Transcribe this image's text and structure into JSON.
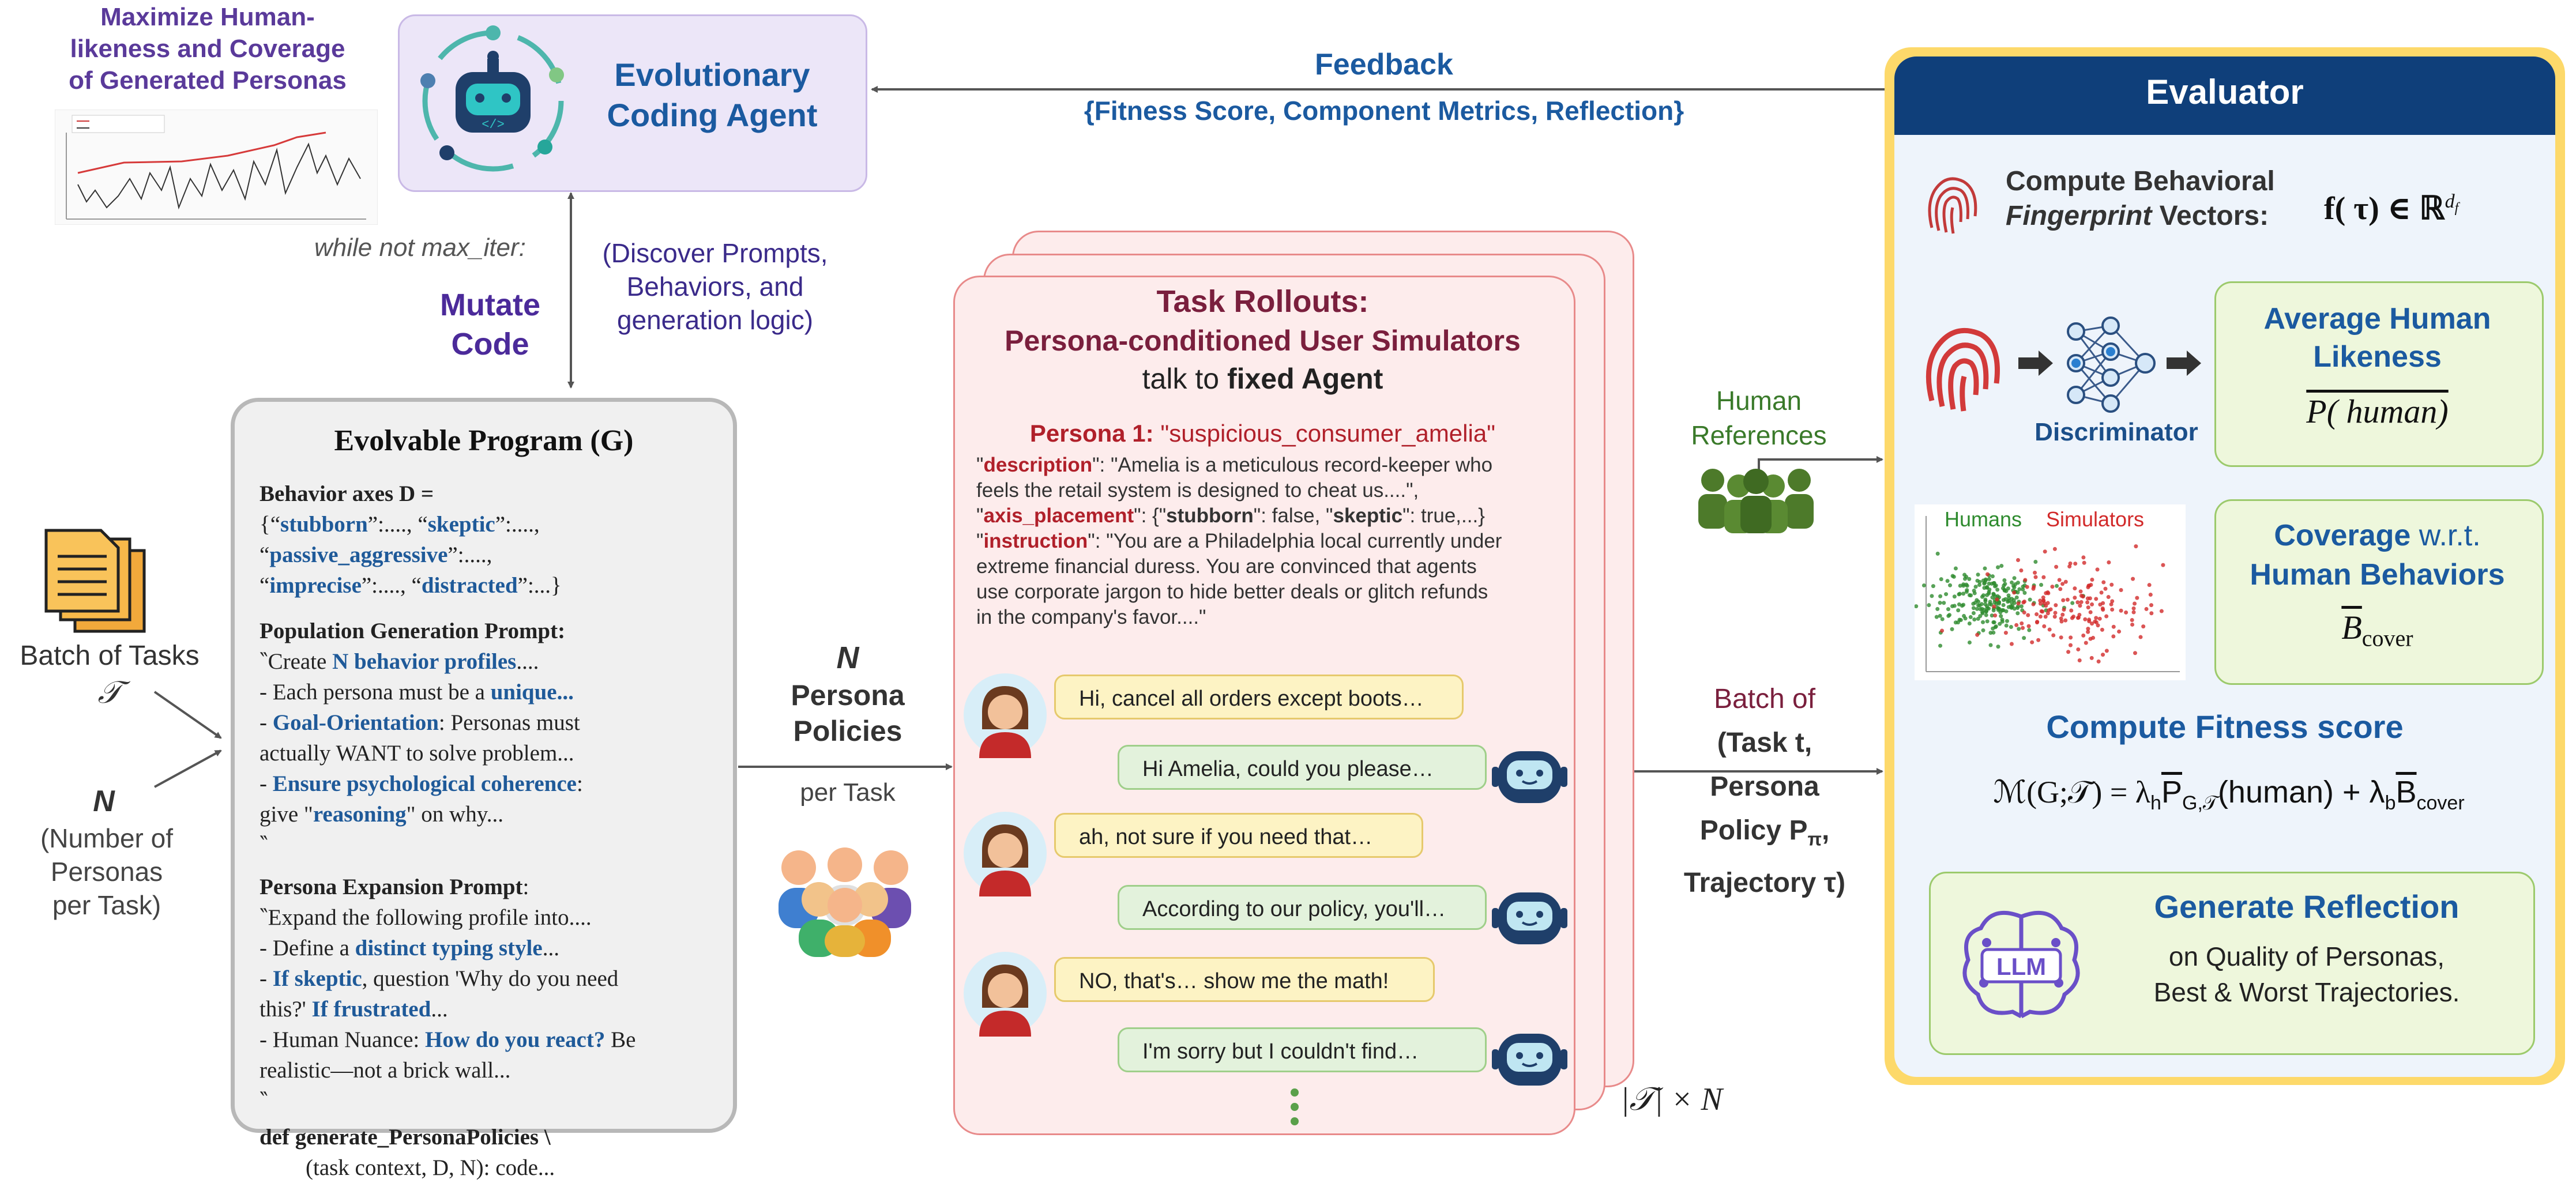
{
  "top_left": {
    "title_lines": [
      "Maximize Human-",
      "likeness and Coverage",
      "of Generated Personas"
    ]
  },
  "agent": {
    "title_lines": [
      "Evolutionary",
      "Coding Agent"
    ]
  },
  "feedback": {
    "title": "Feedback",
    "subtitle": "{Fitness Score, Component Metrics, Reflection}"
  },
  "loop": {
    "while_label": "while not max_iter:",
    "mutate_lines": [
      "Mutate",
      "Code"
    ],
    "discover_lines": [
      "(Discover Prompts,",
      "Behaviors, and",
      "generation logic)"
    ]
  },
  "inputs": {
    "batch_label": "Batch of Tasks",
    "batch_symbol": "𝒯",
    "n_symbol": "N",
    "n_lines": [
      "(Number of",
      "Personas",
      "per Task)"
    ]
  },
  "program": {
    "title": "Evolvable Program (G)",
    "behavior_axes_title": "Behavior axes D =",
    "behavior_line1_pre": "{“",
    "stubborn": "stubborn",
    "behavior_line1_mid": "”:...., “",
    "skeptic": "skeptic",
    "behavior_line1_end": "”:....,",
    "behavior_line2_pre": "“",
    "passive_aggressive": "passive_aggressive",
    "behavior_line2_end": "”:....,",
    "behavior_line3_pre": "“",
    "imprecise": "imprecise",
    "behavior_line3_mid": "”:...., “",
    "distracted": "distracted",
    "behavior_line3_end": "”:...}",
    "pop_title": "Population Generation Prompt:",
    "pop_l1_pre": "‶Create ",
    "pop_l1_kw": "N behavior profiles",
    "pop_l1_end": "....",
    "pop_l2_pre": "- Each persona must be a ",
    "pop_l2_kw": "unique...",
    "pop_l3_kw": "Goal-Orientation",
    "pop_l3_end": ": Personas must",
    "pop_l4": "actually WANT to solve problem...",
    "pop_l5_kw": "Ensure psychological coherence",
    "pop_l5_end": ":",
    "pop_l6_pre": "give \"",
    "pop_l6_kw": "reasoning",
    "pop_l6_end": "\" on why...",
    "pop_close": "‶",
    "exp_title": "Persona Expansion Prompt",
    "exp_colon": ":",
    "exp_l1": "‶Expand the following profile into....",
    "exp_l2_pre": "- Define a ",
    "exp_l2_kw": "distinct typing style",
    "exp_l2_end": "...",
    "exp_l3_pre": "- ",
    "exp_l3_kw": "If skeptic",
    "exp_l3_end": ", question 'Why do you need",
    "exp_l4_pre": "this?' ",
    "exp_l4_kw": "If frustrated",
    "exp_l4_end": "...",
    "exp_l5_pre": "- Human Nuance: ",
    "exp_l5_kw": "How do you react?",
    "exp_l5_end": " Be",
    "exp_l6": "realistic—not a brick wall...",
    "exp_close": "‶",
    "def_l1": "def generate_PersonaPolicies \\",
    "def_l2": "(task context, D, N):    code..."
  },
  "middle": {
    "n_symbol": "N",
    "policies_lines": [
      "Persona",
      "Policies"
    ],
    "per_task": "per Task"
  },
  "rollouts": {
    "title1": "Task Rollouts:",
    "title2": "Persona-conditioned User Simulators",
    "talk_pre": "talk to ",
    "talk_bold": "fixed Agent",
    "persona_label": "Persona 1: ",
    "persona_name": "\"suspicious_consumer_amelia\"",
    "desc_key": "description",
    "desc_l1": ": \"Amelia is a meticulous record-keeper who",
    "desc_l2": "feels the retail system is designed to cheat us....\",",
    "axis_key": "axis_placement",
    "axis_mid": ": {\"",
    "axis_stubborn": "stubborn",
    "axis_mid2": "\": false, \"",
    "axis_skeptic": "skeptic",
    "axis_end": "\": true,...}",
    "instr_key": "instruction",
    "instr_l1": ": \"You are a Philadelphia local currently under",
    "instr_l2": "extreme financial duress. You are convinced that agents",
    "instr_l3": "use corporate jargon to hide better deals or glitch refunds",
    "instr_l4": "in the company's favor....\"",
    "dialog": [
      {
        "role": "human",
        "text": "Hi, cancel all orders except boots…"
      },
      {
        "role": "bot",
        "text": "Hi Amelia, could you please…"
      },
      {
        "role": "human",
        "text": "ah, not sure if you need that…"
      },
      {
        "role": "bot",
        "text": "According to our policy, you'll…"
      },
      {
        "role": "human",
        "text": "NO, that's… show me the math!"
      },
      {
        "role": "bot",
        "text": "I'm sorry but I couldn't find…"
      }
    ],
    "count_label": "|𝒯| × N"
  },
  "right_middle": {
    "human_refs_lines": [
      "Human",
      "References"
    ],
    "batch_of": "Batch of",
    "task_line": "(Task t,",
    "persona_line": "Persona",
    "policy_line": "Policy P",
    "policy_sub": "π",
    "policy_comma": ",",
    "traj_line": "Trajectory τ)"
  },
  "evaluator": {
    "title": "Evaluator",
    "fp_line1": "Compute Behavioral",
    "fp_line2_italic": "Fingerprint",
    "fp_line2_end": " Vectors:",
    "fp_formula": "f( τ) ∈ ℝ",
    "fp_sup": "d",
    "fp_supsub": "f",
    "discriminator": "Discriminator",
    "likeness_lines": [
      "Average Human",
      "Likeness"
    ],
    "likeness_formula": "P( human)",
    "scatter_humans": "Humans",
    "scatter_sims": "Simulators",
    "coverage_l1_bold": "Coverage",
    "coverage_l1_end": " w.r.t.",
    "coverage_l2": "Human Behaviors",
    "coverage_formula": "B",
    "coverage_sub": "cover",
    "fitness_title": "Compute Fitness score",
    "fitness_formula_lhs": "ℳ(G;𝒯) = λ",
    "fitness_h": "h",
    "fitness_P": "P",
    "fitness_sub1": "G,𝒯",
    "fitness_mid": "(human) + λ",
    "fitness_b": "b",
    "fitness_B": "B",
    "fitness_sub2": "cover",
    "reflection_title": "Generate Reflection",
    "reflection_lines": [
      "on Quality of Personas,",
      "Best & Worst Trajectories."
    ],
    "llm_label": "LLM"
  },
  "colors": {
    "navy": "#0f3f7a",
    "purple": "#4b2a8a",
    "maroon": "#7a1f3d",
    "gold": "#fdd96a"
  }
}
